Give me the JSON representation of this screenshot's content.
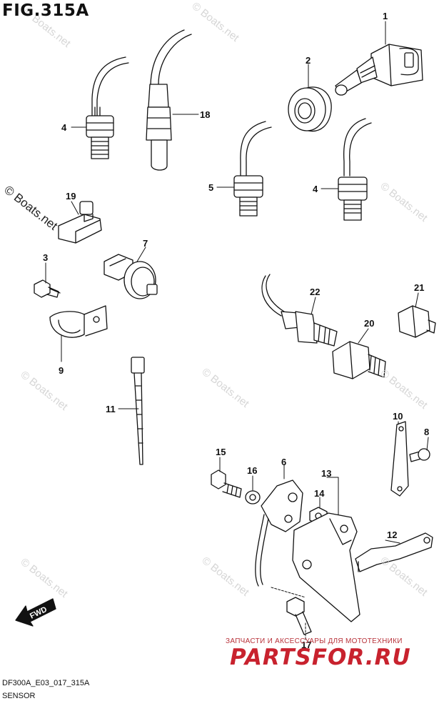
{
  "figure_title": "FIG.315A",
  "watermark_text": "© Boats.net",
  "fwd_label": "FWD",
  "partsfor": {
    "tagline": "ЗАПЧАСТИ И АКСЕССУАРЫ ДЛЯ МОТОТЕХНИКИ",
    "logo": "PARTSFOR.RU",
    "color": "#c8222e"
  },
  "footer": {
    "code": "DF300A_E03_017_315A",
    "name": "SENSOR"
  },
  "callouts": {
    "c1": "1",
    "c2": "2",
    "c3": "3",
    "c4a": "4",
    "c4b": "4",
    "c5": "5",
    "c6": "6",
    "c7": "7",
    "c8": "8",
    "c9": "9",
    "c10": "10",
    "c11": "11",
    "c12": "12",
    "c13": "13",
    "c14": "14",
    "c15": "15",
    "c16": "16",
    "c17": "17",
    "c18": "18",
    "c19": "19",
    "c20": "20",
    "c21": "21",
    "c22": "22"
  }
}
